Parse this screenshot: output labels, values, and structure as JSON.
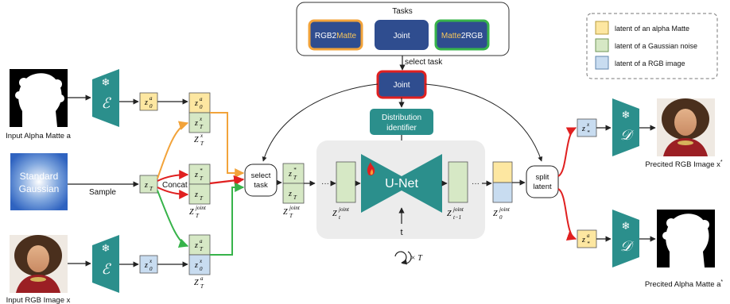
{
  "tasks_panel": {
    "title": "Tasks",
    "rgb2matte": {
      "part1": "RGB2",
      "part2": "Matte"
    },
    "joint": "Joint",
    "matte2rgb": {
      "part1": "Matte",
      "part2": "2RGB"
    },
    "select_task_label": "select task",
    "selected_task": "Joint"
  },
  "legend": {
    "items": [
      {
        "label": "latent of an alpha Matte",
        "color": "#fde7a1",
        "border": "#b79b3c"
      },
      {
        "label": "latent of a Gaussian noise",
        "color": "#d6e8c5",
        "border": "#6f9557"
      },
      {
        "label": "latent of a RGB image",
        "color": "#c8dcf0",
        "border": "#5f86ad"
      }
    ]
  },
  "inputs": {
    "alpha_caption": "Input Alpha Matte a",
    "rgb_caption": "Input RGB Image x",
    "gaussian_line1": "Standard",
    "gaussian_line2": "Gaussian",
    "sample_label": "Sample",
    "concat_label": "Concat"
  },
  "encoders": {
    "symbol": "ℰ"
  },
  "decoders": {
    "symbol": "𝒟"
  },
  "latents": {
    "za0": {
      "base": "z",
      "sub": "0",
      "sup": "a"
    },
    "zx0": {
      "base": "z",
      "sub": "0",
      "sup": "x"
    },
    "zT": {
      "base": "z",
      "sub": "T",
      "sup": ""
    },
    "zxT": {
      "base": "z",
      "sub": "T",
      "sup": "x"
    },
    "zaT": {
      "base": "z",
      "sub": "T",
      "sup": "a"
    },
    "zstarT": {
      "base": "z",
      "sub": "T",
      "sup": "*"
    },
    "zxT_caption": {
      "base": "Z",
      "sub": "T",
      "sup": "x"
    },
    "zjointT_caption": {
      "base": "Z",
      "sub": "T",
      "sup": "joint"
    },
    "zaT_caption": {
      "base": "Z",
      "sub": "T",
      "sup": "a"
    },
    "zjoint_t": {
      "base": "Z",
      "sub": "t",
      "sup": "joint"
    },
    "zjoint_t1": {
      "base": "Z",
      "sub": "t−1",
      "sup": "joint"
    },
    "zjoint_0": {
      "base": "Z",
      "sub": "0",
      "sup": "joint"
    },
    "zx_star": {
      "base": "z",
      "sub": "*",
      "sup": "x"
    },
    "za_star": {
      "base": "z",
      "sub": "*",
      "sup": "a"
    }
  },
  "nodes": {
    "select_task_line1": "select",
    "select_task_line2": "task",
    "distribution_line1": "Distribution",
    "distribution_line2": "identifier",
    "unet": "U-Net",
    "t": "t",
    "loop": "× T",
    "dots": "···",
    "split_line1": "split",
    "split_line2": "latent"
  },
  "outputs": {
    "rgb_caption": "Precited RGB Image x",
    "rgb_caption_sup": "*",
    "alpha_caption": "Precited Alpha Matte a",
    "alpha_caption_sup": "*"
  },
  "colors": {
    "teal": "#2b8f8c",
    "navy": "#2f4d8f",
    "orange": "#f2a33a",
    "green": "#37b34a",
    "red": "#e02020",
    "yellow": "#fde7a1",
    "green_fill": "#d6e8c5",
    "blue_fill": "#c8dcf0",
    "panel": "#ececec"
  },
  "icons": {
    "snowflake": "❄",
    "fire": "fire-icon",
    "loop": "cycle-icon"
  }
}
